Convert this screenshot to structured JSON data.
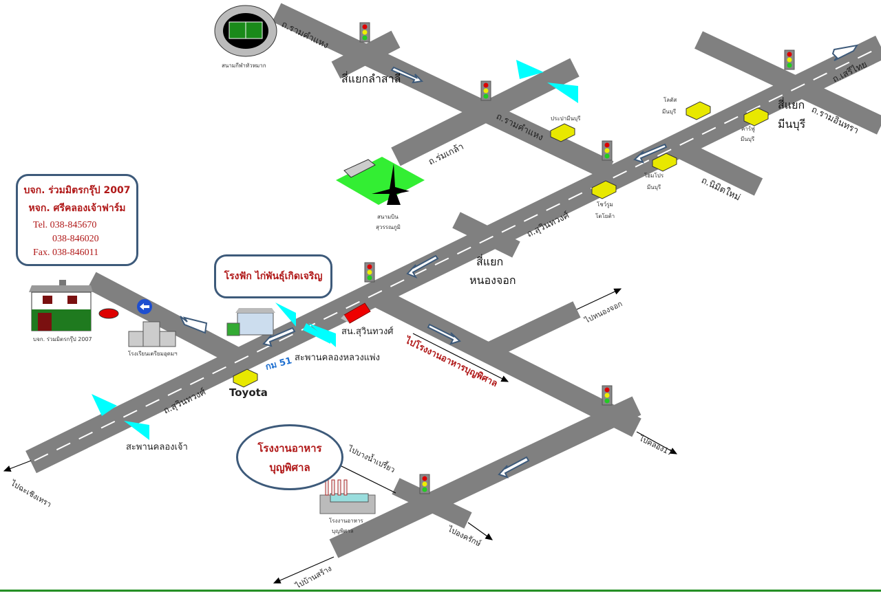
{
  "company": {
    "line1": "บจก. ร่วมมิตรกรุ๊ป 2007",
    "line2": "หจก. ศรีคลองเจ้าฟาร์ม",
    "tel1": "Tel. 038-845670",
    "tel2": "038-846020",
    "fax": "Fax. 038-846011",
    "house_caption": "บจก. ร่วมมิตรกรุ๊ป 2007"
  },
  "hatchery_bubble": "โรงฟัก ไก่พันธุ์เกิดเจริญ",
  "factory_bubble": {
    "line1": "โรงงานอาหาร",
    "line2": "บุญพิศาล"
  },
  "factory_caption": {
    "line1": "โรงงานอาหาร",
    "line2": "บุญพิศาล"
  },
  "landmarks": {
    "stadium": "สนามกีฬาหัวหมาก",
    "airport1": "สนามบิน",
    "airport2": "สุวรรณภูมิ",
    "waterworks": "ประปามีนบุรี",
    "lotus1": "โลตัส",
    "lotus2": "มีนบุรี",
    "carrefour1": "คาร์ฟู",
    "carrefour2": "มีนบุรี",
    "homepro1": "โฮมโปร",
    "homepro2": "มีนบุรี",
    "showroom1": "โชว์รูม",
    "showroom2": "โตโยต้า",
    "police": "สน.สุวินทวงศ์",
    "school": "โรงเรียนเตรียมอุดมฯ",
    "toyota": "Toyota",
    "km": "กม 51",
    "bridge1": "สะพานคลองหลวงแพ่ง",
    "bridge2": "สะพานคลองเจ้า"
  },
  "roads": {
    "ramkhamhaeng1": "ถ.รามคำแหง",
    "ramkhamhaeng2": "ถ.รามคำแหง",
    "romklao": "ถ.ร่มเกล้า",
    "serithai": "ถ.เสรีไทย",
    "ramintra": "ถ.รามอินทรา",
    "nimitmai": "ถ.นิมิตใหม่",
    "suwinthawong1": "ถ.สุวินทวงศ์",
    "suwinthawong2": "ถ.สุวินทวงศ์"
  },
  "intersections": {
    "lamsali": "สี่แยกลำสาลี",
    "minburi1": "สี่แยก",
    "minburi2": "มีนบุรี",
    "nongchok1": "สี่แยก",
    "nongchok2": "หนองจอก"
  },
  "directions": {
    "to_nongchok": "ไปหนองจอก",
    "to_factory": "ไปโรงงานอาหารบุญพิศาล",
    "to_chachoengsao": "ไปฉะเชิงเทรา",
    "to_bangnamprieo": "ไปบางน้ำเปรี้ยว",
    "to_khlong17": "ไปคลอง17",
    "to_ongkharak": "ไปองครักษ์",
    "to_bansang": "ไปบ้านสร้าง"
  },
  "colors": {
    "road": "#808080",
    "accent_red": "#b01818",
    "water": "#00ffff",
    "border": "#3d5a7a",
    "bottom_line": "#1a8a1a"
  }
}
